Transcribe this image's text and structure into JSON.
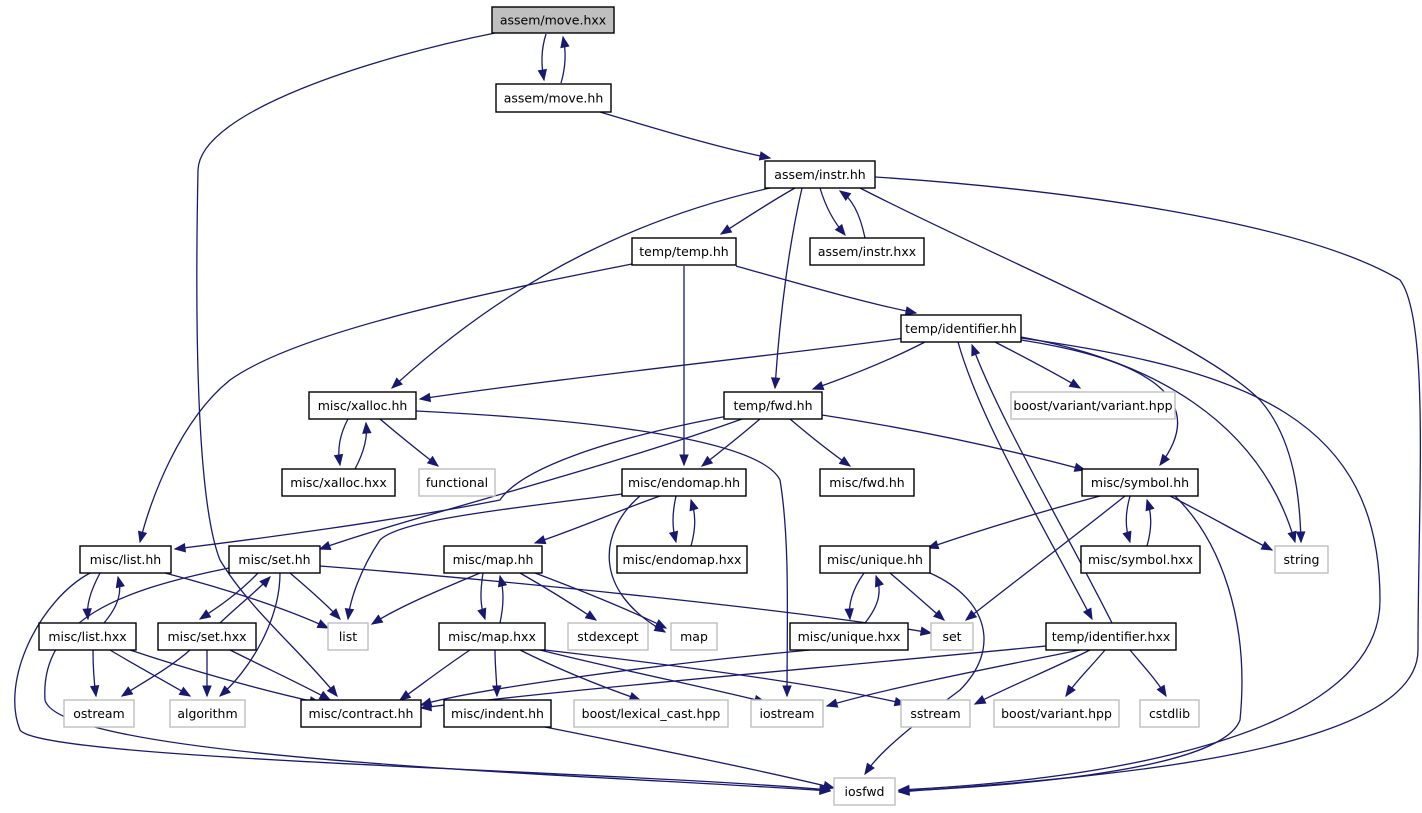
{
  "graph": {
    "nodes": [
      {
        "id": "move_hxx",
        "label": "assem/move.hxx",
        "kind": "focus"
      },
      {
        "id": "move_hh",
        "label": "assem/move.hh",
        "kind": "local"
      },
      {
        "id": "instr_hh",
        "label": "assem/instr.hh",
        "kind": "local"
      },
      {
        "id": "instr_hxx",
        "label": "assem/instr.hxx",
        "kind": "local"
      },
      {
        "id": "temp_hh",
        "label": "temp/temp.hh",
        "kind": "local"
      },
      {
        "id": "identifier_hh",
        "label": "temp/identifier.hh",
        "kind": "local"
      },
      {
        "id": "xalloc_hh",
        "label": "misc/xalloc.hh",
        "kind": "local"
      },
      {
        "id": "fwd_hh",
        "label": "temp/fwd.hh",
        "kind": "local"
      },
      {
        "id": "variant_hpp",
        "label": "boost/variant/variant.hpp",
        "kind": "system"
      },
      {
        "id": "xalloc_hxx",
        "label": "misc/xalloc.hxx",
        "kind": "local"
      },
      {
        "id": "functional",
        "label": "functional",
        "kind": "system"
      },
      {
        "id": "endomap_hh",
        "label": "misc/endomap.hh",
        "kind": "local"
      },
      {
        "id": "misc_fwd",
        "label": "misc/fwd.hh",
        "kind": "local"
      },
      {
        "id": "symbol_hh",
        "label": "misc/symbol.hh",
        "kind": "local"
      },
      {
        "id": "list_hh",
        "label": "misc/list.hh",
        "kind": "local"
      },
      {
        "id": "set_hh",
        "label": "misc/set.hh",
        "kind": "local"
      },
      {
        "id": "map_hh",
        "label": "misc/map.hh",
        "kind": "local"
      },
      {
        "id": "endomap_hxx",
        "label": "misc/endomap.hxx",
        "kind": "local"
      },
      {
        "id": "unique_hh",
        "label": "misc/unique.hh",
        "kind": "local"
      },
      {
        "id": "symbol_hxx",
        "label": "misc/symbol.hxx",
        "kind": "local"
      },
      {
        "id": "string",
        "label": "string",
        "kind": "system"
      },
      {
        "id": "list_hxx",
        "label": "misc/list.hxx",
        "kind": "local"
      },
      {
        "id": "set_hxx",
        "label": "misc/set.hxx",
        "kind": "local"
      },
      {
        "id": "list",
        "label": "list",
        "kind": "system"
      },
      {
        "id": "map_hxx",
        "label": "misc/map.hxx",
        "kind": "local"
      },
      {
        "id": "stdexcept",
        "label": "stdexcept",
        "kind": "system"
      },
      {
        "id": "map",
        "label": "map",
        "kind": "system"
      },
      {
        "id": "unique_hxx",
        "label": "misc/unique.hxx",
        "kind": "local"
      },
      {
        "id": "set",
        "label": "set",
        "kind": "system"
      },
      {
        "id": "identifier_hxx",
        "label": "temp/identifier.hxx",
        "kind": "local"
      },
      {
        "id": "ostream",
        "label": "ostream",
        "kind": "system"
      },
      {
        "id": "algorithm",
        "label": "algorithm",
        "kind": "system"
      },
      {
        "id": "contract_hh",
        "label": "misc/contract.hh",
        "kind": "local"
      },
      {
        "id": "indent_hh",
        "label": "misc/indent.hh",
        "kind": "local"
      },
      {
        "id": "lexical_cast",
        "label": "boost/lexical_cast.hpp",
        "kind": "system"
      },
      {
        "id": "iostream",
        "label": "iostream",
        "kind": "system"
      },
      {
        "id": "sstream",
        "label": "sstream",
        "kind": "system"
      },
      {
        "id": "boost_variant",
        "label": "boost/variant.hpp",
        "kind": "system"
      },
      {
        "id": "cstdlib",
        "label": "cstdlib",
        "kind": "system"
      },
      {
        "id": "iosfwd",
        "label": "iosfwd",
        "kind": "system"
      }
    ]
  },
  "colors": {
    "edge": "#191970",
    "local_border": "#000000",
    "system_border": "#bfbfbf",
    "focus_fill": "#bfbfbf",
    "text": "#000000"
  }
}
